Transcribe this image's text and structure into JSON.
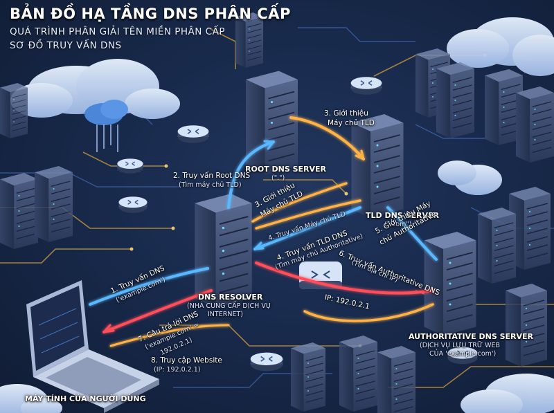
{
  "title": "BẢN ĐỒ HẠ TẦNG DNS PHÂN CẤP",
  "subtitle1": "QUÁ TRÌNH PHÂN GIẢI TÊN MIỀN PHÂN CẤP",
  "subtitle2": "SƠ ĐỒ TRUY VẤN DNS",
  "nodes": {
    "root": {
      "label": "ROOT DNS SERVER",
      "sub": "(\".\")"
    },
    "tld": {
      "label": "TLD DNS SERVER",
      "sub": "(\".com\")"
    },
    "resolver": {
      "label": "DNS RESOLVER",
      "sub1": "(NHÀ CUNG CẤP DỊCH VỤ",
      "sub2": "INTERNET)"
    },
    "auth": {
      "label": "AUTHORITATIVE DNS SERVER",
      "sub1": "(DỊCH VỤ LƯU TRỮ WEB",
      "sub2": "CỦA 'example.com')"
    },
    "user": {
      "label": "MÁY TÍNH CỦA NGƯỜI DÙNG"
    }
  },
  "steps": {
    "s1": {
      "label": "1. Truy vấn DNS",
      "sub": "('example.com')"
    },
    "s2": {
      "label": "2. Truy vấn Root DNS",
      "sub": "(Tìm máy chủ TLD)"
    },
    "s3top": {
      "label": "3. Giới thiệu",
      "sub": "Máy chủ TLD"
    },
    "s3": {
      "label": "3. Giới thiệu",
      "sub": "Máy chủ TLD"
    },
    "s3b": {
      "label": "4. Truy vấn Máy chủ TLD"
    },
    "s4": {
      "label": "4. Truy vấn TLD DNS",
      "sub": "(Tìm máy chủ Authoritative)"
    },
    "s5": {
      "label": "5. Giới thiệu Máy",
      "sub": "chủ Authoritative"
    },
    "s6": {
      "label": "6. Truy vấn Authoritative DNS",
      "sub": "(Tìm địa chỉ IP)"
    },
    "ip": {
      "label": "IP: 192.0.2.1"
    },
    "s7": {
      "label": "7. Câu trả lời DNS",
      "sub1": "('example.com' =",
      "sub2": "192.0.2.1)"
    },
    "s8": {
      "label": "8. Truy cập Website",
      "sub": "(IP: 192.0.2.1)"
    }
  },
  "colors": {
    "blue_flow": "#5ab8ff",
    "orange_flow": "#ffb347",
    "red_flow": "#ff4d5a",
    "circuit": "#d8a23a"
  }
}
